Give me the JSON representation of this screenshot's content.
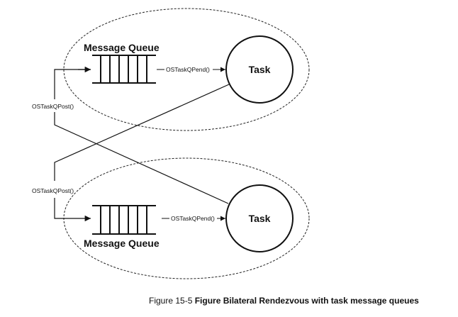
{
  "diagram": {
    "title": "Bilateral Rendezvous with task message queues",
    "groups": [
      {
        "id": "top",
        "queue_label": "Message Queue",
        "queue_slots": 6,
        "task_label": "Task",
        "pend_call": "OSTaskQPend()",
        "post_call": "OSTaskQPost()"
      },
      {
        "id": "bottom",
        "queue_label": "Message Queue",
        "queue_slots": 6,
        "task_label": "Task",
        "pend_call": "OSTaskQPend()",
        "post_call": "OSTaskQPost()"
      }
    ],
    "connections": [
      {
        "from": "top task",
        "to": "bottom queue",
        "via": "OSTaskQPost()"
      },
      {
        "from": "bottom task",
        "to": "top queue",
        "via": "OSTaskQPost()"
      }
    ]
  },
  "caption": {
    "prefix": "Figure 15-5 ",
    "bold": "Figure Bilateral Rendezvous with task message queues"
  },
  "colors": {
    "stroke": "#111111",
    "background": "#ffffff"
  }
}
